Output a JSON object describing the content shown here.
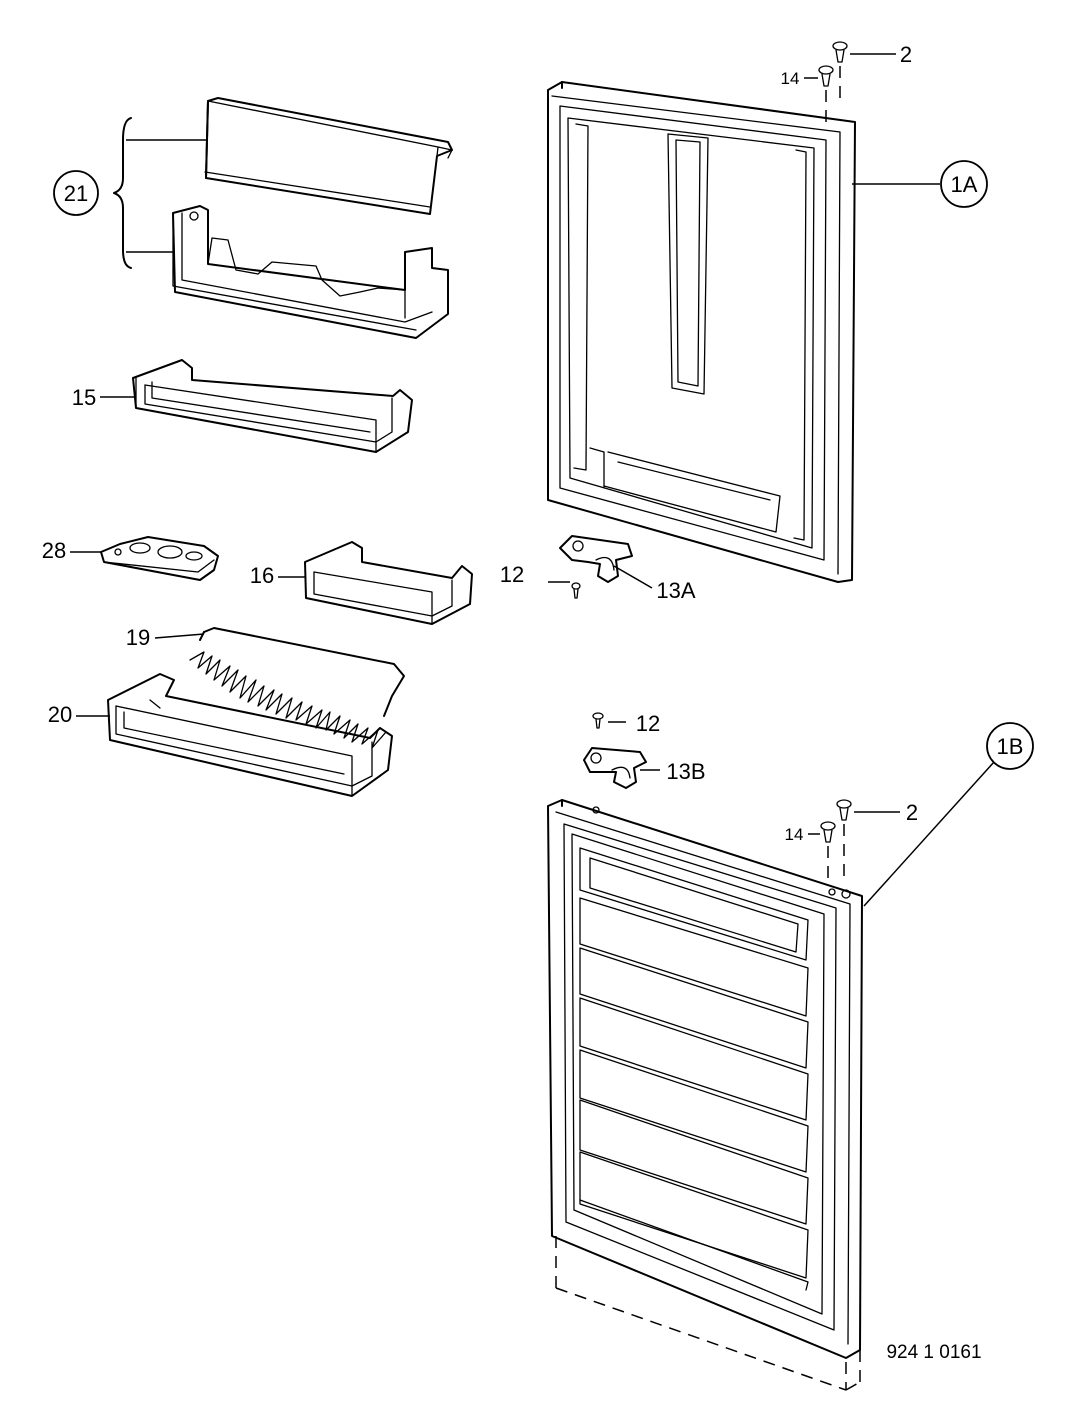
{
  "labels": {
    "p21": "21",
    "p15": "15",
    "p28": "28",
    "p16": "16",
    "p19": "19",
    "p20": "20",
    "p1a": "1A",
    "p1b": "1B",
    "p2_top": "2",
    "p14_top": "14",
    "p12_top": "12",
    "p13a": "13A",
    "p12_bottom": "12",
    "p13b": "13B",
    "p2_bottom": "2",
    "p14_bottom": "14"
  },
  "drawing_code": "924 1 0161",
  "icons": {
    "screw": "screw-icon",
    "hinge": "hinge-bracket-icon"
  },
  "colors": {
    "line": "#000000",
    "background": "#ffffff"
  }
}
